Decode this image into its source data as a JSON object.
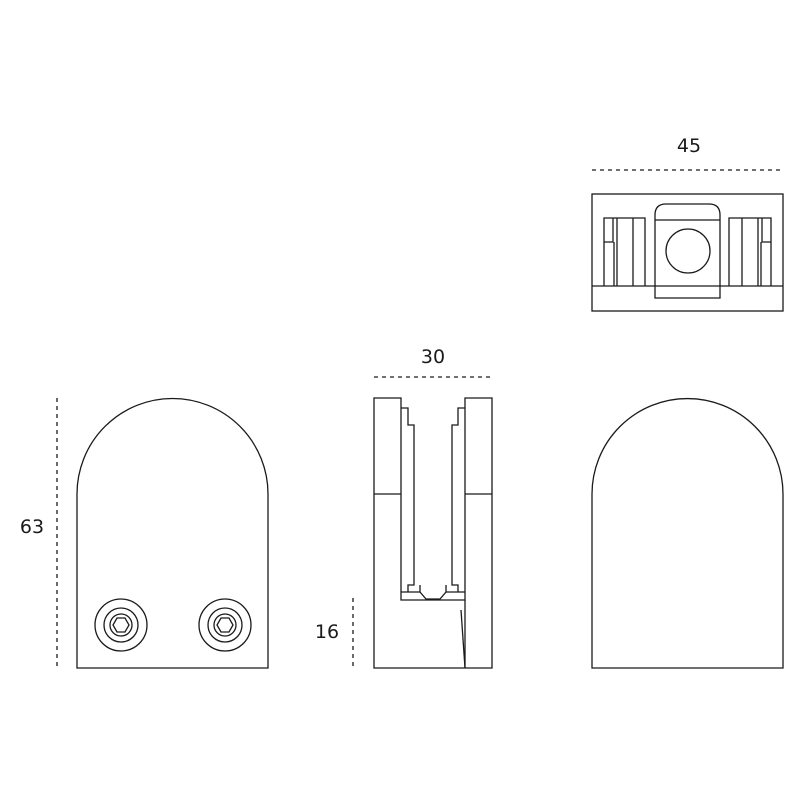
{
  "dimensions": {
    "top_width": "45",
    "side_width": "30",
    "height": "63",
    "glass_depth": "16"
  }
}
